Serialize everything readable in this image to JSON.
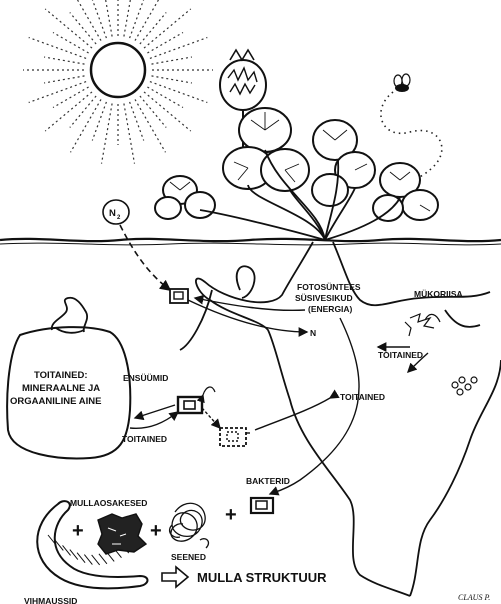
{
  "labels": {
    "n2_sub": "2",
    "n2_main": "N",
    "fotosuntees_l1": "FOTOSÜNTEES",
    "fotosuntees_l2": "SÜSIVESIKUD",
    "fotosuntees_l3": "(ENERGIA)",
    "n_label": "N",
    "mukoriisa": "MÜKORIISA",
    "toitained_right": "TOITAINED",
    "toitained_mid": "TOITAINED",
    "toitained_bottom": "TOITAINED",
    "ensuumid": "ENSÜÜMID",
    "bag_l1": "TOITAINED:",
    "bag_l2": "MINERAALNE JA",
    "bag_l3": "ORGAANILINE AINE",
    "bakterid": "BAKTERID",
    "mullaosakesed": "MULLAOSAKESED",
    "seened": "SEENED",
    "vihmaussid": "VIHMAUSSID",
    "mulla_struktuur": "MULLA STRUKTUUR",
    "plus1": "+",
    "plus2": "+",
    "plus3": "+",
    "signature": "CLAUS P."
  }
}
